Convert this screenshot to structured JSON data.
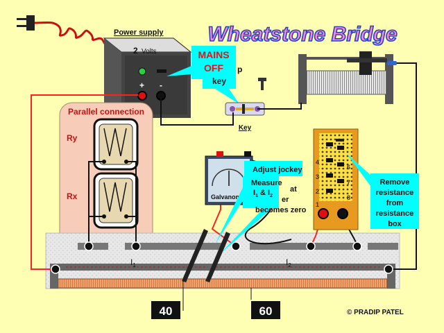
{
  "title": "Wheatstone Bridge",
  "power_supply": {
    "label": "Power supply",
    "voltage": "2",
    "unit": "Volts",
    "plus": "+",
    "minus": "-"
  },
  "callouts": {
    "mains_off": "MAINS OFF",
    "key_partial": "p",
    "key": "key",
    "adjust_jockey": "Adjust jockey",
    "measure": "Measure",
    "i1": "I",
    "i1_sub": "1",
    "amp": "&",
    "i2": "I",
    "i2_sub": "2",
    "hidden_at": "at",
    "hidden_er": "er",
    "becomes_zero": "becomes zero",
    "remove_resistance": [
      "Remove",
      "resistance",
      "from",
      "resistance",
      "box"
    ]
  },
  "key_label": "Key",
  "parallel_connection": "Parallel connection",
  "ry": "Ry",
  "rx": "Rx",
  "galvanometer": "Galvanometer",
  "wire_labels": {
    "left": "I",
    "left_sub": "1",
    "right": "I",
    "right_sub": "2"
  },
  "scale": {
    "left": "40",
    "right": "60"
  },
  "resistance_box_numbers": [
    "4",
    "3",
    "2",
    "1",
    "6",
    "7",
    "8"
  ],
  "copyright": "© PRADIP PATEL",
  "colors": {
    "background": "#ffffb4",
    "title_fill": "#ff88cc",
    "title_stroke": "#2244cc",
    "callout": "#00ffff",
    "red_wire": "#ff2020",
    "box": "#e89a20"
  }
}
